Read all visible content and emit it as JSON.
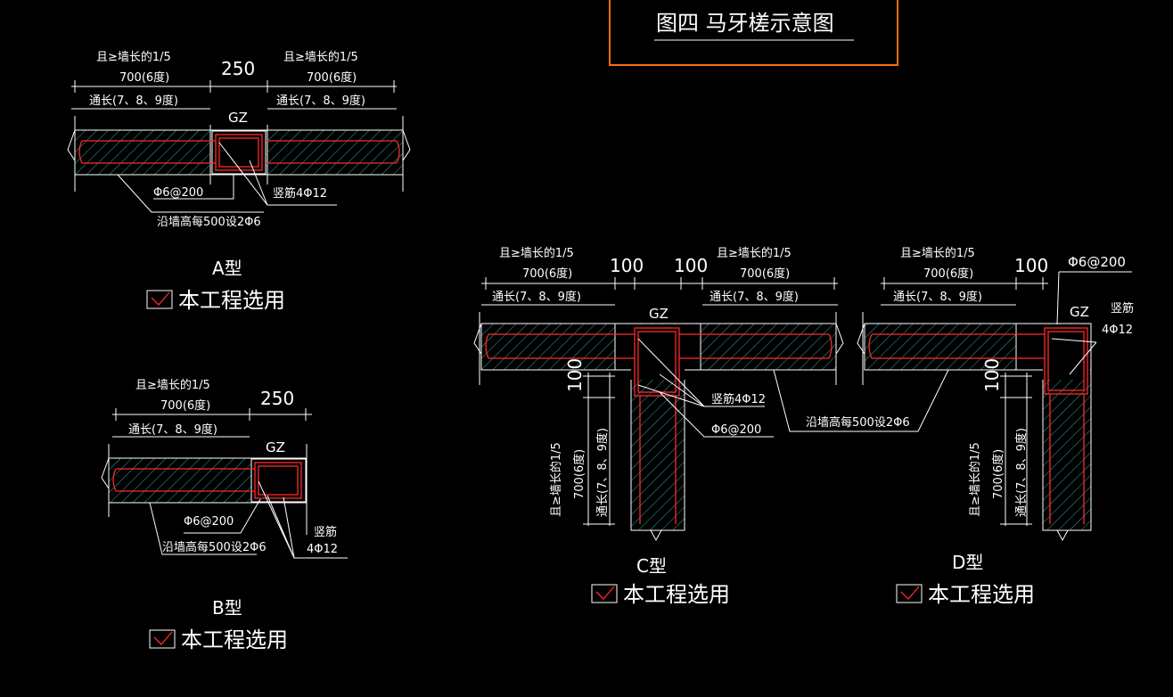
{
  "title": "图四 马牙槎示意图",
  "labels": {
    "min_fifth": "且≥墙长的1/5",
    "len_700": "700(6度)",
    "through": "通长(7、8、9度)",
    "w250": "250",
    "w100": "100",
    "gz": "GZ",
    "stirrup": "Φ6@200",
    "tie_bars": "沿墙高每500设2Φ6",
    "vert_bars_a": "竖筋4Φ12",
    "vert_bar_label": "竖筋",
    "vert_bar_qty": "4Φ12"
  },
  "types": {
    "a": "A型",
    "b": "B型",
    "c": "C型",
    "d": "D型"
  },
  "selected_text": "本工程选用",
  "colors": {
    "background": "#000000",
    "lines": "#ffffff",
    "rebar": "#ff2a2a",
    "hatch": "#2aa8a8",
    "title_frame": "#ff6a1a"
  }
}
